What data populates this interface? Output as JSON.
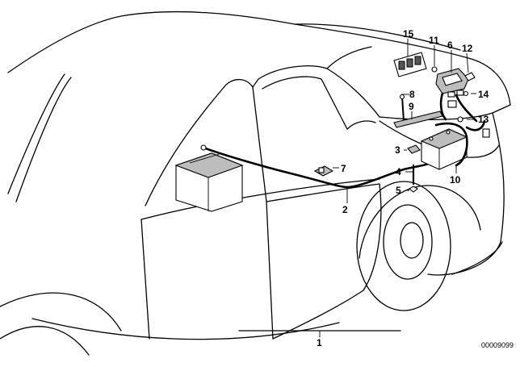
{
  "diagram": {
    "part_numbers": {
      "p1": "1",
      "p2": "2",
      "p3": "3",
      "p4": "4",
      "p5": "5",
      "p6": "6",
      "p7": "7",
      "p8": "8",
      "p9": "9",
      "p10": "10",
      "p11": "11",
      "p12": "12",
      "p13": "13",
      "p14": "14",
      "p15": "15"
    },
    "reference_code": "00009099"
  }
}
